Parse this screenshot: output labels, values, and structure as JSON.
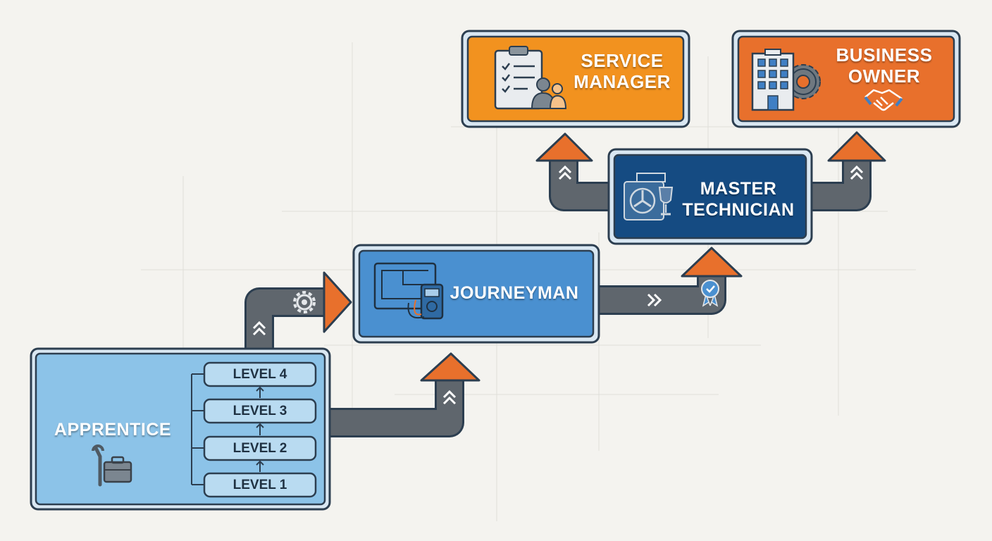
{
  "diagram": {
    "stages": {
      "apprentice": {
        "label": "APPRENTICE",
        "icon": "wrench-toolbox-icon"
      },
      "journeyman": {
        "label": "JOURNEYMAN",
        "icon": "blueprint-multimeter-icon"
      },
      "master": {
        "label_line1": "MASTER",
        "label_line2": "TECHNICIAN",
        "icon": "hvac-unit-trophy-icon"
      },
      "service_manager": {
        "label_line1": "SERVICE",
        "label_line2": "MANAGER",
        "icon": "clipboard-people-icon"
      },
      "business_owner": {
        "label_line1": "BUSINESS",
        "label_line2": "OWNER",
        "icon": "building-gear-handshake-icon"
      }
    },
    "levels": [
      "LEVEL 4",
      "LEVEL 3",
      "LEVEL 2",
      "LEVEL 1"
    ],
    "colors": {
      "apprentice": "#8cc3e8",
      "journeyman": "#4a90d0",
      "master": "#154b82",
      "service_manager": "#f2921f",
      "business_owner": "#e8702c",
      "connector": "#5f666d",
      "arrowhead": "#e8702c",
      "outline": "#2c3e50",
      "background": "#f4f3ef"
    }
  }
}
